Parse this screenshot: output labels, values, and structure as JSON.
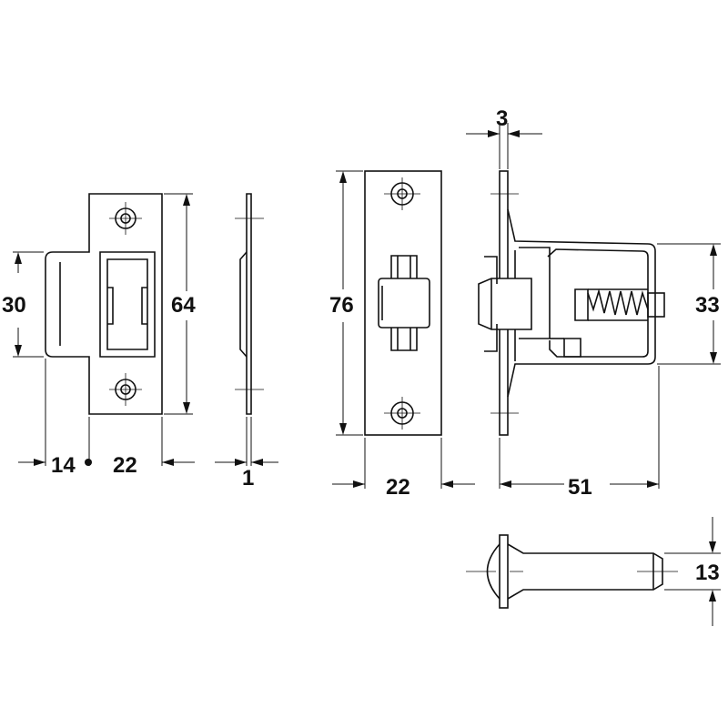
{
  "labels": {
    "strike_height_inner": "30",
    "strike_height": "64",
    "strike_lip": "14",
    "strike_width": "22",
    "strike_thickness": "1",
    "forend_height": "76",
    "forend_width": "22",
    "forend_thickness": "3",
    "latch_depth": "51",
    "latch_case_height": "33",
    "bolt_diameter": "13"
  },
  "colors": {
    "line": "#111111",
    "background": "#ffffff"
  }
}
